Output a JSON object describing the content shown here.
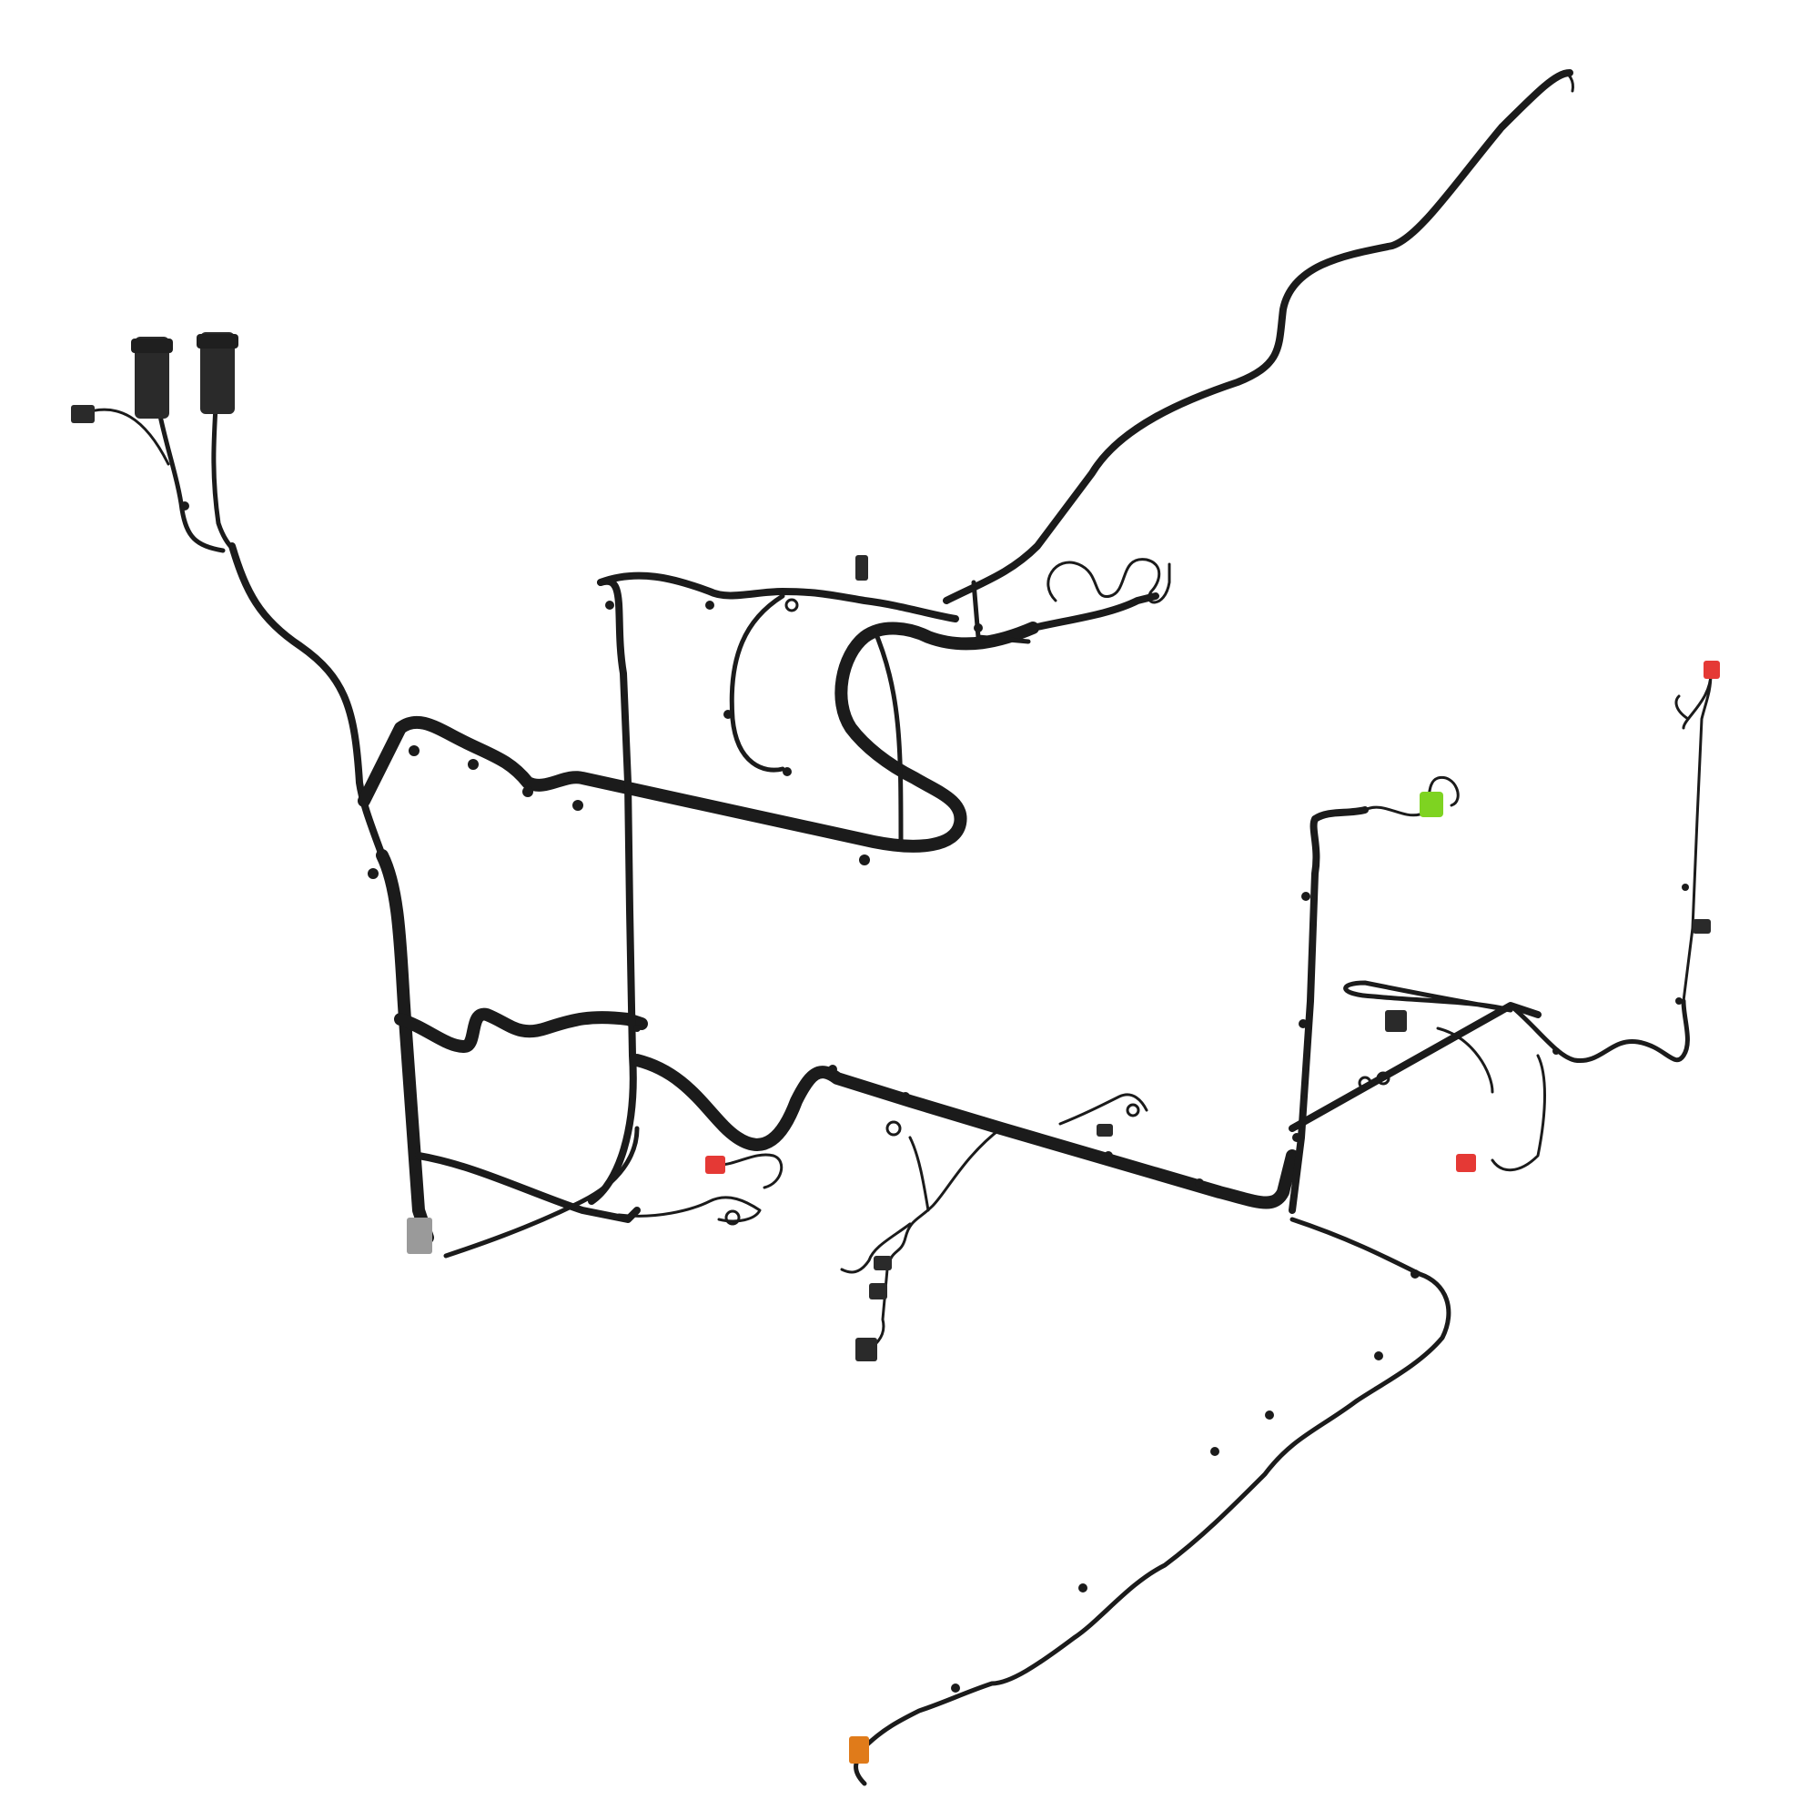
{
  "colors": {
    "background": "#ffffff",
    "harness": "#1b1b1b",
    "connector_dark": "#2a2a2a",
    "connector_red": "#e53935",
    "connector_green": "#7ed321",
    "connector_orange": "#e07b1a",
    "connector_gray": "#9a9a9a"
  },
  "connectors": [
    {
      "name": "tall-plug-left",
      "color": "connector_dark",
      "shape": "cylinder"
    },
    {
      "name": "tall-plug-right",
      "color": "connector_dark",
      "shape": "cylinder"
    },
    {
      "name": "small-plug-far-left",
      "color": "connector_dark",
      "shape": "block"
    },
    {
      "name": "red-plug-center-left",
      "color": "connector_red",
      "shape": "block"
    },
    {
      "name": "red-plug-right",
      "color": "connector_red",
      "shape": "block"
    },
    {
      "name": "red-plug-top-right",
      "color": "connector_red",
      "shape": "block"
    },
    {
      "name": "green-plug",
      "color": "connector_green",
      "shape": "block"
    },
    {
      "name": "orange-plug-bottom",
      "color": "connector_orange",
      "shape": "block"
    },
    {
      "name": "gray-junction-block",
      "color": "connector_gray",
      "shape": "block"
    }
  ]
}
